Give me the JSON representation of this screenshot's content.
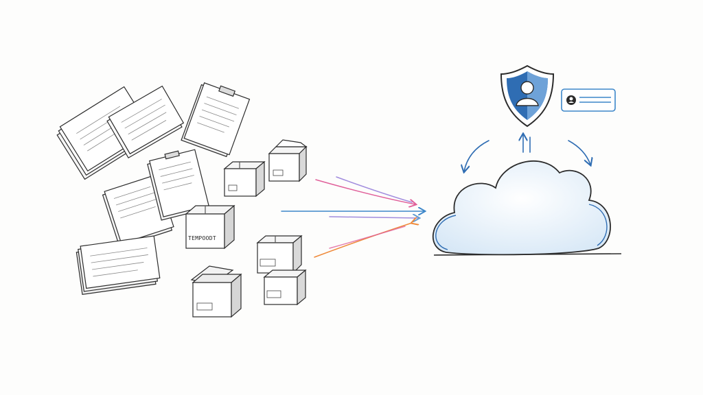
{
  "illustration": {
    "style": "pencil sketch",
    "colors": {
      "ink": "#2b2b2b",
      "paper": "#ffffff",
      "box_side": "#e6e6e6",
      "cloud_fill": "#e4eff9",
      "cloud_stroke": "#2f6db3",
      "shield_fill": "#2f6db3",
      "arrow_pink": "#e0609a",
      "arrow_orange": "#ef8a3a",
      "arrow_blue": "#3c86c9",
      "arrow_purple": "#8a6fd6"
    },
    "icons": [
      "document-stack",
      "cardboard-box",
      "cloud",
      "shield-user-icon",
      "user-card-icon",
      "refresh-arrow-icon"
    ],
    "box_labels": {
      "middle_box": "TEMPOODT"
    }
  }
}
